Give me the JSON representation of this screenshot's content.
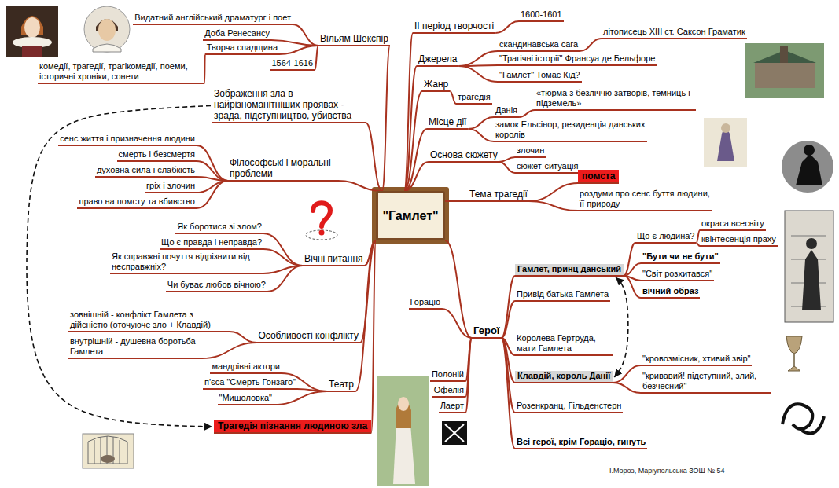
{
  "diagram": {
    "nodes": [
      {
        "text": [
          "\"Гамлет\""
        ]
      },
      {
        "text": [
          "Вільям Шекспір"
        ]
      },
      {
        "text": [
          "Видатний англійський драматург і поет"
        ]
      },
      {
        "text": [
          "Доба Ренесансу"
        ]
      },
      {
        "text": [
          "Творча спадщина"
        ]
      },
      {
        "text": [
          "комедії, трагедії, трагікомедії, поеми, історичні хроніки, сонети"
        ]
      },
      {
        "text": [
          "1564-1616"
        ]
      },
      {
        "text": [
          "ІІ період творчості"
        ]
      },
      {
        "text": [
          "1600-1601"
        ]
      },
      {
        "text": [
          "Джерела"
        ]
      },
      {
        "text": [
          "скандинавська сага"
        ]
      },
      {
        "text": [
          "літописець ХІІІ ст. Саксон Граматик"
        ]
      },
      {
        "text": [
          "\"Трагічні історії\" Франсуа де Бельфоре"
        ]
      },
      {
        "text": [
          "\"Гамлет\" Томас Кід?"
        ]
      },
      {
        "text": [
          "Жанр"
        ]
      },
      {
        "text": [
          "трагедія"
        ]
      },
      {
        "text": [
          "Місце дії"
        ]
      },
      {
        "text": [
          "Данія"
        ]
      },
      {
        "text": [
          "«тюрма з безліччю затворів, темниць і підземель»"
        ]
      },
      {
        "text": [
          "замок Ельсінор, резиденція данських королів"
        ]
      },
      {
        "text": [
          "Основа сюжету"
        ]
      },
      {
        "text": [
          "злочин"
        ]
      },
      {
        "text": [
          "сюжет-ситуація"
        ]
      },
      {
        "text": [
          "Тема трагедії"
        ]
      },
      {
        "text": [
          "помста"
        ]
      },
      {
        "text": [
          "роздуми про сенс буття людини, її природу"
        ]
      },
      {
        "text": [
          "Зображення зла в найрізноманітніших проявах - зрада, підступництво, убивства"
        ]
      },
      {
        "text": [
          "Філософські і моральні проблеми"
        ]
      },
      {
        "text": [
          "сенс життя і призначення людини"
        ]
      },
      {
        "text": [
          "смерть і безсмертя"
        ]
      },
      {
        "text": [
          "духовна сила і слабкість"
        ]
      },
      {
        "text": [
          "гріх і злочин"
        ]
      },
      {
        "text": [
          "право на помсту та вбивство"
        ]
      },
      {
        "text": [
          "Вічні питання"
        ]
      },
      {
        "text": [
          "Як боротися зі злом?"
        ]
      },
      {
        "text": [
          "Що є правда і неправда?"
        ]
      },
      {
        "text": [
          "Як справжні почуття відрізнити від несправжніх?"
        ]
      },
      {
        "text": [
          "Чи буває любов вічною?"
        ]
      },
      {
        "text": [
          "Особливості конфлікту"
        ]
      },
      {
        "text": [
          "зовнішній - конфлікт Гамлета з дійсністю (оточуюче зло + Клавдій)"
        ]
      },
      {
        "text": [
          "внутрішній - душевна боротьба Гамлета"
        ]
      },
      {
        "text": [
          "Театр"
        ]
      },
      {
        "text": [
          "мандрівні актори"
        ]
      },
      {
        "text": [
          "п'єса \"Смерть Гонзаго\""
        ]
      },
      {
        "text": [
          "\"Мишоловка\""
        ]
      },
      {
        "text": [
          "Трагедія пізнання людиною зла"
        ]
      },
      {
        "text": [
          "Герої"
        ]
      },
      {
        "text": [
          "Гамлет, принц данський"
        ]
      },
      {
        "text": [
          "Що є людина?"
        ]
      },
      {
        "text": [
          "окраса всесвіту"
        ]
      },
      {
        "text": [
          "квінтесенція праху"
        ]
      },
      {
        "text": [
          "\"Бути чи не бути\""
        ]
      },
      {
        "text": [
          "\"Світ розхитався\""
        ]
      },
      {
        "text": [
          "вічний образ"
        ]
      },
      {
        "text": [
          "Гораціо"
        ]
      },
      {
        "text": [
          "Привід батька Гамлета"
        ]
      },
      {
        "text": [
          "Королева Гертруда, мати Гамлета"
        ]
      },
      {
        "text": [
          "Полоній"
        ]
      },
      {
        "text": [
          "Офелія"
        ]
      },
      {
        "text": [
          "Лаерт"
        ]
      },
      {
        "text": [
          "Клавдій, король Данії"
        ]
      },
      {
        "text": [
          "\"кровозмісник, хтивий звір\""
        ]
      },
      {
        "text": [
          "\"кривавий! підступний, злий, безчесний\""
        ]
      },
      {
        "text": [
          "Розенкранц, Гільденстерн"
        ]
      },
      {
        "text": [
          "Всі герої, крім Гораціо, гинуть"
        ]
      }
    ],
    "edges": [
      {
        "from": 0,
        "to": 1,
        "arrow": "none"
      },
      {
        "from": 1,
        "to": 2,
        "arrow": "none"
      },
      {
        "from": 1,
        "to": 3,
        "arrow": "none"
      },
      {
        "from": 1,
        "to": 4,
        "arrow": "none"
      },
      {
        "from": 4,
        "to": 5,
        "arrow": "none"
      },
      {
        "from": 1,
        "to": 6,
        "arrow": "none"
      },
      {
        "from": 0,
        "to": 7,
        "arrow": "none"
      },
      {
        "from": 7,
        "to": 8,
        "arrow": "none"
      },
      {
        "from": 0,
        "to": 9,
        "arrow": "none"
      },
      {
        "from": 9,
        "to": 10,
        "arrow": "none"
      },
      {
        "from": 10,
        "to": 11,
        "arrow": "none"
      },
      {
        "from": 9,
        "to": 12,
        "arrow": "none"
      },
      {
        "from": 9,
        "to": 13,
        "arrow": "none"
      },
      {
        "from": 0,
        "to": 14,
        "arrow": "none"
      },
      {
        "from": 14,
        "to": 15,
        "arrow": "none"
      },
      {
        "from": 0,
        "to": 16,
        "arrow": "none"
      },
      {
        "from": 16,
        "to": 17,
        "arrow": "none"
      },
      {
        "from": 17,
        "to": 18,
        "arrow": "none"
      },
      {
        "from": 16,
        "to": 19,
        "arrow": "none"
      },
      {
        "from": 0,
        "to": 20,
        "arrow": "none"
      },
      {
        "from": 20,
        "to": 21,
        "arrow": "none"
      },
      {
        "from": 20,
        "to": 22,
        "arrow": "none"
      },
      {
        "from": 0,
        "to": 23,
        "arrow": "none"
      },
      {
        "from": 23,
        "to": 24,
        "arrow": "none"
      },
      {
        "from": 23,
        "to": 25,
        "arrow": "none"
      },
      {
        "from": 0,
        "to": 26,
        "arrow": "none"
      },
      {
        "from": 0,
        "to": 27,
        "arrow": "none"
      },
      {
        "from": 27,
        "to": 28,
        "arrow": "none"
      },
      {
        "from": 27,
        "to": 29,
        "arrow": "none"
      },
      {
        "from": 27,
        "to": 30,
        "arrow": "none"
      },
      {
        "from": 27,
        "to": 31,
        "arrow": "none"
      },
      {
        "from": 27,
        "to": 32,
        "arrow": "none"
      },
      {
        "from": 0,
        "to": 33,
        "arrow": "none"
      },
      {
        "from": 33,
        "to": 34,
        "arrow": "none"
      },
      {
        "from": 33,
        "to": 35,
        "arrow": "none"
      },
      {
        "from": 33,
        "to": 36,
        "arrow": "none"
      },
      {
        "from": 33,
        "to": 37,
        "arrow": "none"
      },
      {
        "from": 0,
        "to": 38,
        "arrow": "none"
      },
      {
        "from": 38,
        "to": 39,
        "arrow": "none"
      },
      {
        "from": 38,
        "to": 40,
        "arrow": "none"
      },
      {
        "from": 0,
        "to": 41,
        "arrow": "none"
      },
      {
        "from": 41,
        "to": 42,
        "arrow": "none"
      },
      {
        "from": 41,
        "to": 43,
        "arrow": "none"
      },
      {
        "from": 41,
        "to": 44,
        "arrow": "none"
      },
      {
        "from": 0,
        "to": 45,
        "arrow": "none"
      },
      {
        "from": 0,
        "to": 46,
        "arrow": "none"
      },
      {
        "from": 46,
        "to": 47,
        "arrow": "none"
      },
      {
        "from": 47,
        "to": 48,
        "arrow": "none"
      },
      {
        "from": 48,
        "to": 49,
        "arrow": "none"
      },
      {
        "from": 48,
        "to": 50,
        "arrow": "none"
      },
      {
        "from": 47,
        "to": 51,
        "arrow": "none"
      },
      {
        "from": 47,
        "to": 52,
        "arrow": "none"
      },
      {
        "from": 47,
        "to": 53,
        "arrow": "none"
      },
      {
        "from": 46,
        "to": 54,
        "arrow": "none"
      },
      {
        "from": 46,
        "to": 55,
        "arrow": "none"
      },
      {
        "from": 46,
        "to": 56,
        "arrow": "none"
      },
      {
        "from": 46,
        "to": 57,
        "arrow": "none"
      },
      {
        "from": 46,
        "to": 58,
        "arrow": "none"
      },
      {
        "from": 46,
        "to": 59,
        "arrow": "none"
      },
      {
        "from": 46,
        "to": 60,
        "arrow": "none"
      },
      {
        "from": 60,
        "to": 61,
        "arrow": "none"
      },
      {
        "from": 60,
        "to": 62,
        "arrow": "none"
      },
      {
        "from": 46,
        "to": 63,
        "arrow": "none"
      },
      {
        "from": 46,
        "to": 64,
        "arrow": "none"
      },
      {
        "from": 26,
        "to": 45,
        "arrow": "to"
      },
      {
        "from": 47,
        "to": 60,
        "arrow": "both"
      }
    ],
    "labels": [
      "І.Мороз, Маріупольська ЗОШ № 54"
    ]
  }
}
